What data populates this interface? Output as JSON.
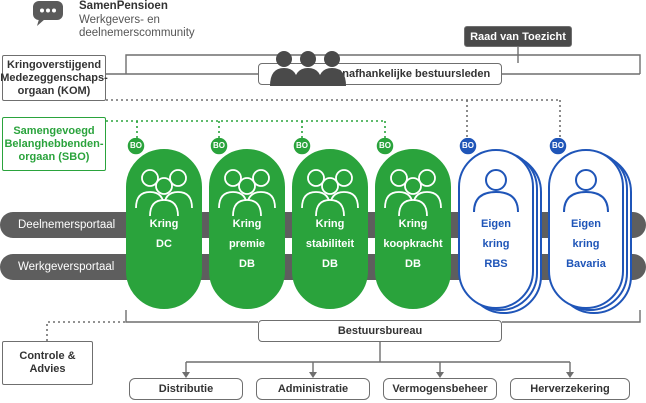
{
  "brand": {
    "name": "SamenPensioen",
    "tagline_line1": "Werkgevers- en",
    "tagline_line2": "deelnemerscommunity"
  },
  "boxes": {
    "kom": [
      "Kringoverstijgend",
      "Medezeggenschaps-",
      "orgaan (KOM)"
    ],
    "sbo": [
      "Samengevoegd",
      "Belanghebbenden-",
      "orgaan (SBO)"
    ],
    "controle": [
      "Controle &",
      "Advies"
    ],
    "raad": "Raad van Toezicht",
    "onafhankelijk": "Onafhankelijke bestuursleden",
    "bureau": "Bestuursbureau"
  },
  "bands": {
    "deelnemers": "Deelnemersportaal",
    "werkgevers": "Werkgeversportaal"
  },
  "badge_label": "BO",
  "kringen": [
    {
      "lines": [
        "Kring",
        "DC",
        ""
      ],
      "style": "green"
    },
    {
      "lines": [
        "Kring",
        "premie",
        "DB"
      ],
      "style": "green"
    },
    {
      "lines": [
        "Kring",
        "stabiliteit",
        "DB"
      ],
      "style": "green"
    },
    {
      "lines": [
        "Kring",
        "koopkracht",
        "DB"
      ],
      "style": "green"
    },
    {
      "lines": [
        "Eigen",
        "kring",
        "RBS"
      ],
      "style": "blue"
    },
    {
      "lines": [
        "Eigen",
        "kring",
        "Bavaria"
      ],
      "style": "blue"
    }
  ],
  "departments": [
    "Distributie",
    "Administratie",
    "Vermogensbeheer",
    "Herverzekering"
  ],
  "colors": {
    "green": "#2aa33c",
    "blue": "#1f55b8",
    "band": "#5e5e5e",
    "dark": "#4a4a4a"
  },
  "icons": [
    "chat-bubble-icon",
    "people-group-icon",
    "person-icon"
  ]
}
